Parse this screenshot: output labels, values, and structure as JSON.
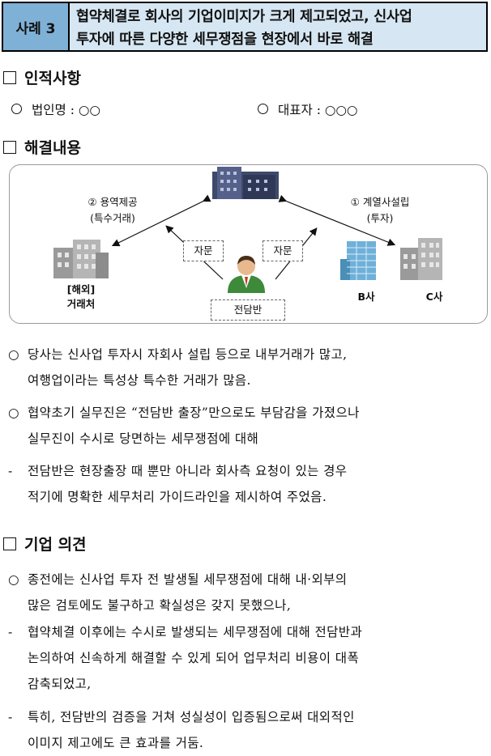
{
  "header": {
    "tag": "사례 3",
    "title_line1": "협약체결로 회사의 기업이미지가 크게 제고되었고, 신사업",
    "title_line2": "투자에 따른 다양한 세무쟁점을 현장에서 바로 해결"
  },
  "section_info": {
    "title": "인적사항",
    "corp_label": "법인명 : ○○",
    "ceo_label": "대표자 : ○○○"
  },
  "section_resolution": {
    "title": "해결내용",
    "diagram": {
      "left_arrow_label1": "② 용역제공",
      "left_arrow_label2": "(특수거래)",
      "right_arrow_label1": "① 계열사설립",
      "right_arrow_label2": "(투자)",
      "advice_left": "자문",
      "advice_right": "자문",
      "team": "전담반",
      "overseas_line1": "[해외]",
      "overseas_line2": "거래처",
      "company_b": "B사",
      "company_c": "C사"
    },
    "paragraphs": [
      {
        "marker": "○",
        "lines": [
          "당사는 신사업 투자시 자회사 설립 등으로 내부거래가 많고,",
          "여행업이라는 특성상 특수한 거래가 많음."
        ]
      },
      {
        "marker": "○",
        "lines": [
          "협약초기 실무진은 “전담반 출장”만으로도 부담감을 가졌으나",
          "실무진이 수시로 당면하는 세무쟁점에 대해"
        ]
      },
      {
        "marker": "-",
        "lines": [
          "전담반은 현장출장 때 뿐만 아니라 회사측 요청이 있는 경우",
          "적기에 명확한 세무처리 가이드라인을 제시하여 주었음."
        ]
      }
    ]
  },
  "section_opinion": {
    "title": "기업 의견",
    "paragraphs": [
      {
        "marker": "○",
        "lines": [
          "종전에는 신사업 투자 전 발생될 세무쟁점에 대해 내·외부의",
          "많은 검토에도 불구하고 확실성은 갖지 못했으나,"
        ]
      },
      {
        "marker": "-",
        "lines": [
          "협약체결 이후에는 수시로 발생되는 세무쟁점에 대해 전담반과",
          "논의하여 신속하게 해결할 수 있게 되어 업무처리 비용이 대폭",
          "감축되었고,"
        ]
      },
      {
        "marker": "-",
        "lines": [
          "특히, 전담반의 검증을 거쳐 성실성이 입증됨으로써 대외적인",
          "이미지 제고에도 큰 효과를 거둠."
        ]
      }
    ]
  }
}
